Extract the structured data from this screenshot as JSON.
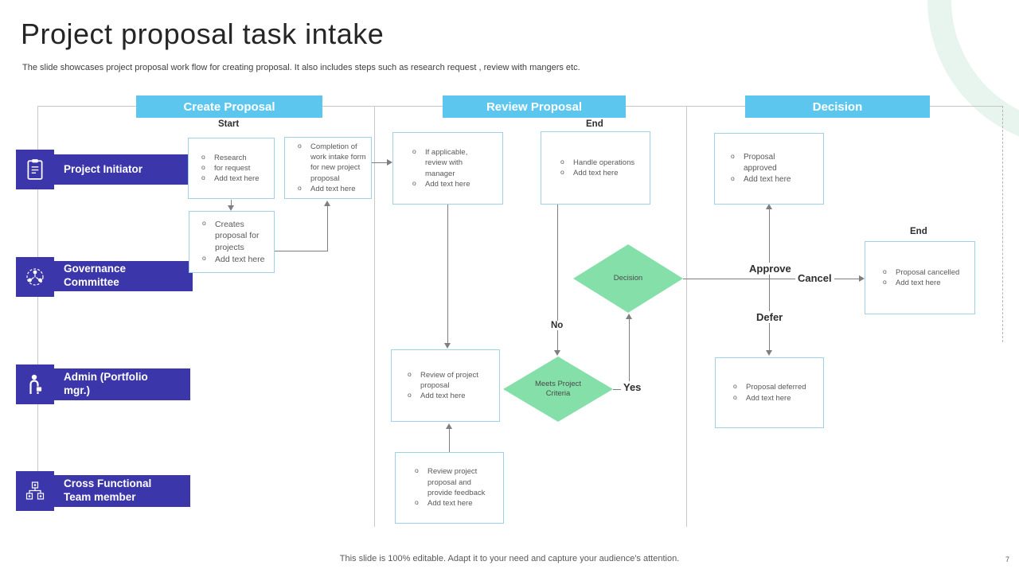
{
  "slide": {
    "title": "Project proposal task intake",
    "subtitle": "The slide showcases project proposal work flow for creating proposal. It also includes steps such as research request , review with mangers etc.",
    "footer": "This slide is 100% editable. Adapt it to your need and capture your audience's attention.",
    "page_number": "7"
  },
  "columns": [
    {
      "label": "Create Proposal"
    },
    {
      "label": "Review Proposal"
    },
    {
      "label": "Decision"
    }
  ],
  "lanes": [
    {
      "label": "Project Initiator",
      "icon": "clipboard-icon"
    },
    {
      "label": "Governance Committee",
      "icon": "people-network-icon"
    },
    {
      "label": "Admin (Portfolio mgr.)",
      "icon": "businessman-icon"
    },
    {
      "label": "Cross Functional Team member",
      "icon": "org-chart-icon"
    }
  ],
  "bullet_marker": "o",
  "nodes": {
    "research": {
      "bullets": [
        "Research",
        "for request",
        "Add text here"
      ]
    },
    "completion": {
      "bullets": [
        "Completion of work intake form for new project proposal",
        "Add text here"
      ]
    },
    "creates": {
      "bullets": [
        "Creates proposal for projects",
        "Add text here"
      ]
    },
    "if_applicable": {
      "bullets": [
        "If applicable, review with manager",
        "Add text here"
      ]
    },
    "handle": {
      "bullets": [
        "Handle operations",
        "Add text here"
      ]
    },
    "review": {
      "bullets": [
        "Review of project proposal",
        "Add text here"
      ]
    },
    "feedback": {
      "bullets": [
        "Review project proposal and provide feedback",
        "Add text here"
      ]
    },
    "approved": {
      "bullets": [
        "Proposal approved",
        "Add text here"
      ]
    },
    "cancelled": {
      "bullets": [
        "Proposal cancelled",
        "Add text here"
      ]
    },
    "deferred": {
      "bullets": [
        "Proposal deferred",
        "Add text here"
      ]
    }
  },
  "diamonds": {
    "decision": "Decision",
    "criteria": "Meets Project Criteria"
  },
  "labels": {
    "start": "Start",
    "end_review": "End",
    "end_decision": "End",
    "no": "No",
    "yes": "Yes",
    "approve": "Approve",
    "cancel": "Cancel",
    "defer": "Defer"
  },
  "colors": {
    "header_blue": "#5cc6ef",
    "lane_indigo": "#3b36a9",
    "diamond_green": "#85dfa9",
    "box_border_blue": "#9ed2e8",
    "connector_gray": "#7f7f7f"
  }
}
